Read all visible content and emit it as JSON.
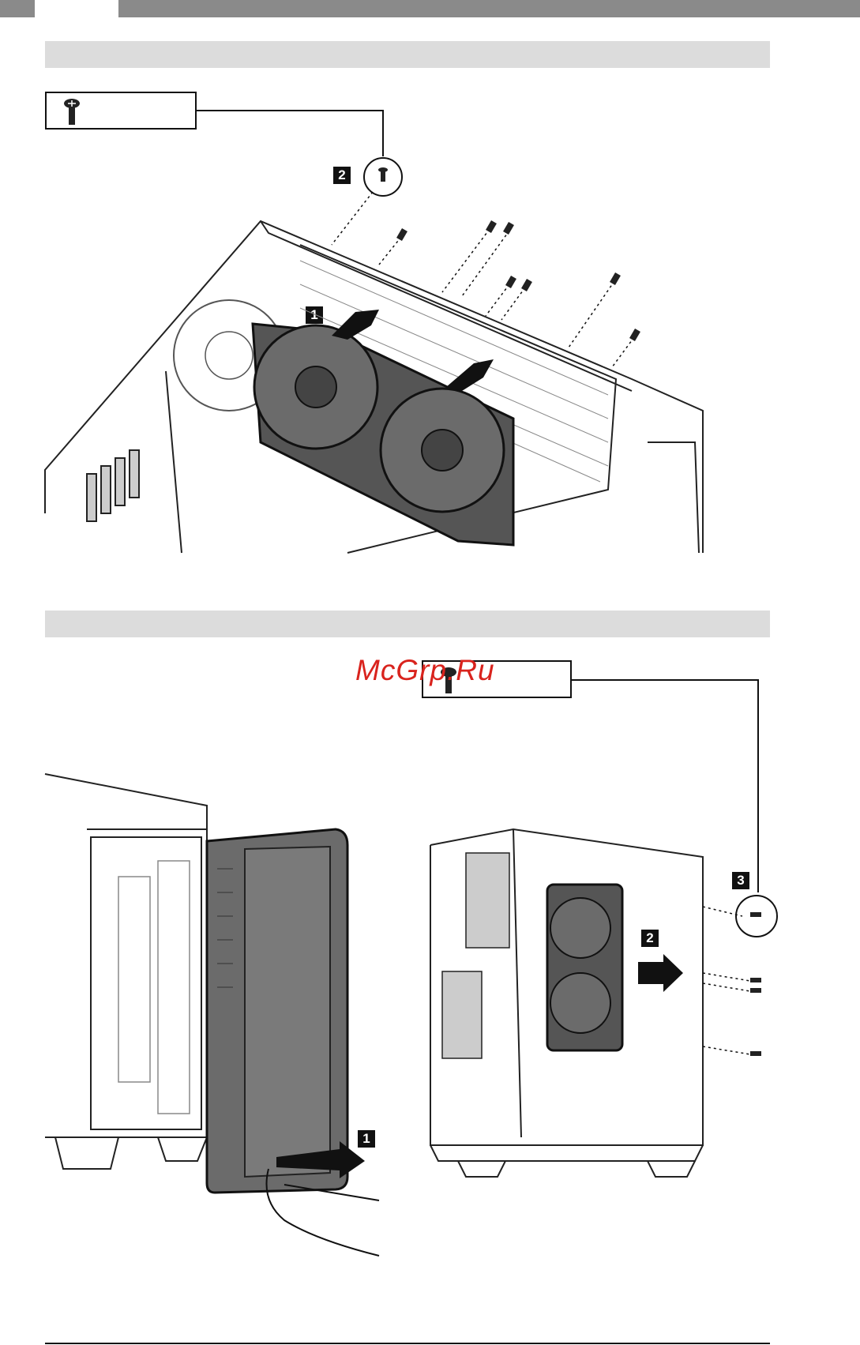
{
  "watermark": {
    "text": "McGrp.Ru"
  },
  "section1": {
    "callout_step": "2",
    "arrow_step": "1"
  },
  "section2": {
    "left_step": "1",
    "right_step_push": "2",
    "right_step_screws": "3"
  },
  "colors": {
    "bar_gray": "#dcdcdc",
    "top_gray": "#8a8a8a",
    "panel_dark": "#6b6b6b",
    "line": "#111111"
  },
  "icons": [
    "screw-icon",
    "arrow-icon",
    "fan-icon",
    "pc-case-icon",
    "hand-icon"
  ]
}
